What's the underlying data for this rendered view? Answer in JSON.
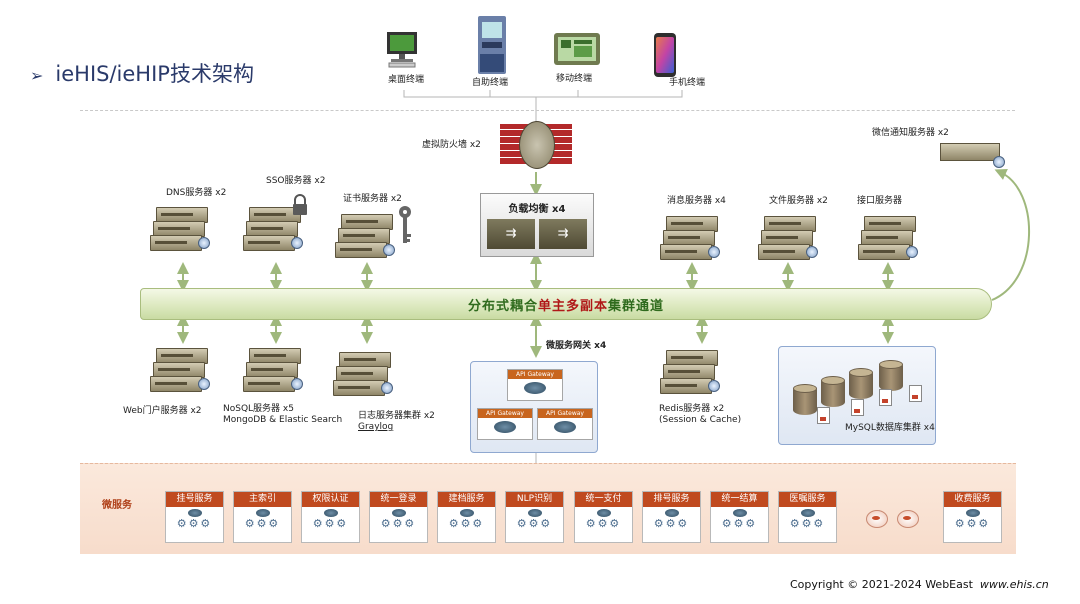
{
  "title": "ieHIS/ieHIP技术架构",
  "terminals": [
    {
      "label": "桌面终端",
      "icon": "desktop-computer-icon"
    },
    {
      "label": "自助终端",
      "icon": "kiosk-icon"
    },
    {
      "label": "移动终端",
      "icon": "tablet-icon"
    },
    {
      "label": "手机终端",
      "icon": "smartphone-icon"
    }
  ],
  "firewall_label": "虚拟防火墙 x2",
  "load_balancer_label": "负载均衡 x4",
  "wechat_label": "微信通知服务器 x2",
  "top_servers": [
    {
      "label": "DNS服务器 x2"
    },
    {
      "label": "SSO服务器 x2"
    },
    {
      "label": "证书服务器 x2"
    },
    {
      "label": "消息服务器 x4"
    },
    {
      "label": "文件服务器 x2"
    },
    {
      "label": "接口服务器"
    }
  ],
  "bus_label_a": "分布式耦合",
  "bus_label_b": "单主多副本",
  "bus_label_c": "集群通道",
  "gateway": {
    "label": "微服务网关 x4",
    "items": [
      "API Gateway",
      "API Gateway",
      "API Gateway"
    ]
  },
  "bottom_servers": [
    {
      "line1": "Web门户服务器 x2",
      "line2": ""
    },
    {
      "line1": "NoSQL服务器 x5",
      "line2": "MongoDB & Elastic Search"
    },
    {
      "line1": "日志服务器集群 x2",
      "line2": "Graylog"
    },
    {
      "line1": "Redis服务器 x2",
      "line2": "(Session & Cache)"
    }
  ],
  "mysql_label": "MySQL数据库集群 x4",
  "microservices_label": "微服务",
  "microservices": [
    "挂号服务",
    "主索引",
    "权限认证",
    "统一登录",
    "建档服务",
    "NLP识别",
    "统一支付",
    "排号服务",
    "统一结算",
    "医嘱服务",
    "收费服务"
  ],
  "microservice_gears": "⚙⚙⚙",
  "copyright": {
    "text": "Copyright © 2021-2024 WebEast",
    "link": "www.ehis.cn"
  },
  "colors": {
    "bus": "#dde9c0",
    "bus_text": "#2f6b1d",
    "accent_red": "#b01818",
    "service_header": "#c04a1f",
    "band": "#f7dccb"
  }
}
